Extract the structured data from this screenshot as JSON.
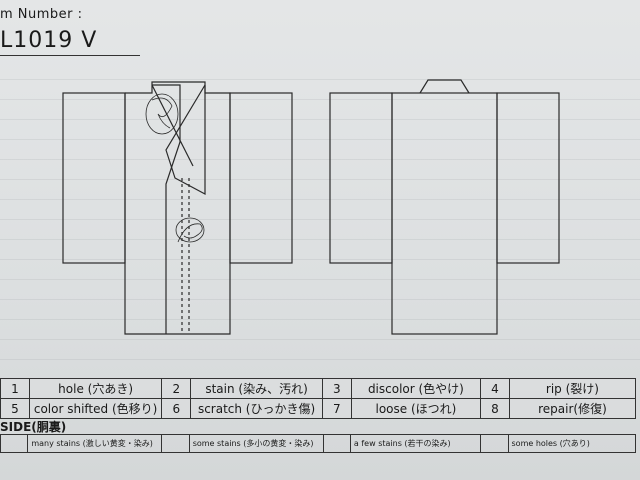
{
  "header": {
    "item_number_label": "m Number :",
    "item_number_value": "L1019   V"
  },
  "legend": [
    [
      {
        "num": "1",
        "label": "hole (穴あき)"
      },
      {
        "num": "2",
        "label": "stain (染み、汚れ)"
      },
      {
        "num": "3",
        "label": "discolor (色やけ)"
      },
      {
        "num": "4",
        "label": "rip (裂け)"
      }
    ],
    [
      {
        "num": "5",
        "label": "color shifted (色移り)"
      },
      {
        "num": "6",
        "label": "scratch (ひっかき傷)"
      },
      {
        "num": "7",
        "label": "loose (ほつれ)"
      },
      {
        "num": "8",
        "label": "repair(修復)"
      }
    ]
  ],
  "side": {
    "label": "SIDE(胴裏)",
    "options": [
      "many stains (激しい黄変・染み)",
      "some stains (多小の黄変・染み)",
      "a few stains (若干の染み)",
      "some holes (穴あり)"
    ]
  },
  "colors": {
    "line": "#2a2a2a",
    "paper": "#e2e4e5"
  }
}
